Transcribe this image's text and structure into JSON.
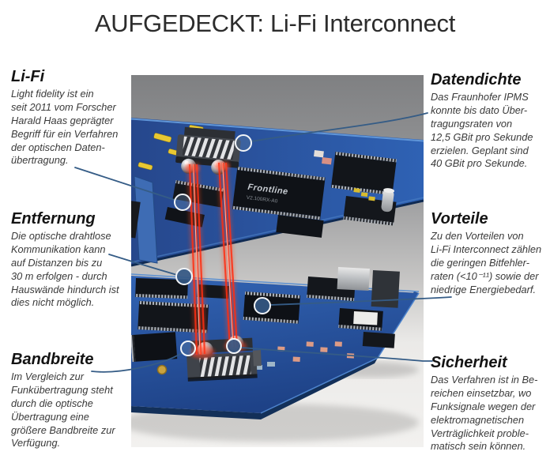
{
  "title": "AUFGEDECKT: Li-Fi Interconnect",
  "callouts": {
    "li_fi": {
      "heading": "Li-Fi",
      "body": "Light fidelity ist ein\nseit 2011 vom Forscher\nHarald Haas geprägter\nBegriff für ein Verfahren\nder optischen Daten-\nübertragung."
    },
    "entfernung": {
      "heading": "Entfernung",
      "body": "Die optische drahtlose\nKommunikation kann\nauf Distanzen bis zu\n30 m erfolgen - durch\nHauswände hindurch ist\ndies nicht möglich."
    },
    "bandbreite": {
      "heading": "Bandbreite",
      "body": "Im Vergleich zur\nFunkübertragung steht\ndurch die optische\nÜbertragung eine\ngrößere Bandbreite zur\nVerfügung."
    },
    "datendichte": {
      "heading": "Datendichte",
      "body": "Das Fraunhofer IPMS\nkonnte bis dato Über-\ntragungsraten von\n12,5 GBit pro Sekunde\nerzielen. Geplant sind\n40 GBit pro Sekunde."
    },
    "vorteile": {
      "heading": "Vorteile",
      "body": "Zu den Vorteilen von\nLi-Fi Interconnect zählen\ndie geringen Bitfehler-\nraten (<10⁻¹¹) sowie der\nniedrige Energiebedarf."
    },
    "sicherheit": {
      "heading": "Sicherheit",
      "body": "Das Verfahren ist in Be-\nreichen einsetzbar, wo\nFunksignale wegen der\nelektromagnetischen\nVerträglichkeit proble-\nmatisch sein können."
    }
  },
  "image": {
    "chip_brand": "Frontline",
    "chip_model": "V2.100RX-A0",
    "colors": {
      "leader_line": "#355c86",
      "board_blue": "#2b59a6",
      "laser_red": "#ff2e12",
      "background_top": "#7f8082",
      "background_bottom": "#f2f1ef"
    }
  }
}
